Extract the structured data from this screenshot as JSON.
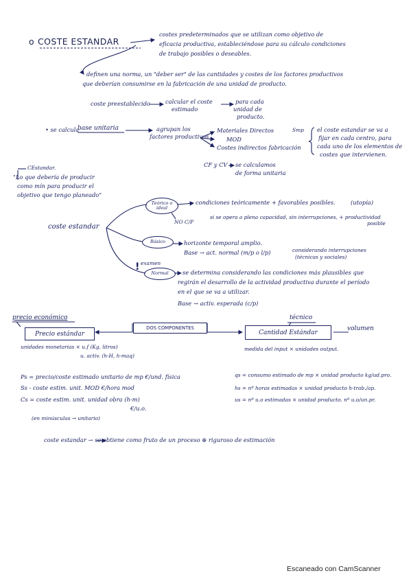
{
  "header": {
    "bullet": "o",
    "title": "COSTE ESTANDAR",
    "def_lines": [
      "costes predeterminados que se utilizan como objetivo de",
      "eficacia productiva, estableciéndose para su cálculo condiciones",
      "de trabajo posibles o deseables."
    ],
    "norm_lines": [
      "definen una norma, un \"deber ser\" de las cantidades y costes de los factores productivos",
      "que deberían consumirse en la fabricación de una unidad de producto."
    ]
  },
  "preestablecido": {
    "left": "coste preestablecido",
    "mid_lines": [
      "calcular el coste",
      "estimado"
    ],
    "right_lines": [
      "para cada",
      "unidad de",
      "producto."
    ]
  },
  "base": {
    "intro": "• se calcula",
    "base_label": "base unitaria",
    "agrupan_lines": [
      "agrupan los",
      "factores productivos"
    ],
    "factors": [
      "Materiales Directos",
      "MOD",
      "Costes indirectos fabricación"
    ],
    "mp_tag": "Smp",
    "note_lines": [
      "el coste estandar se va a",
      "fijar en cada centro, para",
      "cada uno de los elementos de",
      "costes que intervienen."
    ],
    "cf_lines": [
      "CF y CV",
      "se calculamos",
      "de forma unitaria"
    ]
  },
  "quote": {
    "lines": [
      "CEstandar.",
      "\"Lo que debería de producir",
      "como mín para producir el",
      "objetivo que tengo planeado\""
    ]
  },
  "diagram": {
    "center": "coste estandar",
    "teorico": {
      "lines": [
        "Teórico o",
        "ideal"
      ],
      "no_cp": "NO C/P",
      "text": "condiciones teóricamente + favorables posibles.",
      "utopia": "(utopía)",
      "detail": "si se opera a plena capacidad, sin interrupciones, + productividad",
      "detail2": "posible"
    },
    "basico": {
      "label": "Básico",
      "line1": "horizonte temporal amplio.",
      "line2": "Base → act. normal (m/p o l/p)",
      "consider_lines": [
        "considerando interrupciones",
        "(técnicas y sociales)"
      ]
    },
    "normal": {
      "label": "Normal",
      "mark": "!",
      "tag": "examen",
      "lines": [
        "se determina considerando las condiciones más plausibles que",
        "regirán el desarrollo de la actividad productiva durante el período",
        "en el que se va a utilizar."
      ],
      "base": "Base → activ. esperada (c/p)"
    }
  },
  "components": {
    "eco_label": "precio económico",
    "tec_label": "técnico",
    "precio": "Precio estándar",
    "middle": "DOS COMPONENTES",
    "cantidad": "Cantidad Estándar",
    "volumen": "volumen",
    "precio_sub1": "unidades monetarias × u.f (Kg, litros)",
    "precio_sub2": "u. activ. (h-H, h-maq)",
    "cantidad_sub": "medida del input × unidades output."
  },
  "formulas": {
    "left": [
      "Ps = precio/coste estimado unitario de mp  €/und. física",
      "Ss - coste estim. unit. MOD   €/hora mod",
      "Cs = coste estim. unit. unidad obra (h-m)"
    ],
    "left_unit": "€/u.o.",
    "left_note": "(en minúsculas → unitario)",
    "right": [
      "qs = consumo estimado de mp × unidad producto  kg/ud.pro.",
      "hs = nº horas estimadas × unidad producto  h-trab./ap.",
      "us = nº u.o estimadas × unidad producto.  nº u.o/un.pr."
    ]
  },
  "final": "coste estandar → se obtiene como fruto de un proceso ⊕ riguroso de estimación",
  "footer": "Escaneado con CamScanner"
}
